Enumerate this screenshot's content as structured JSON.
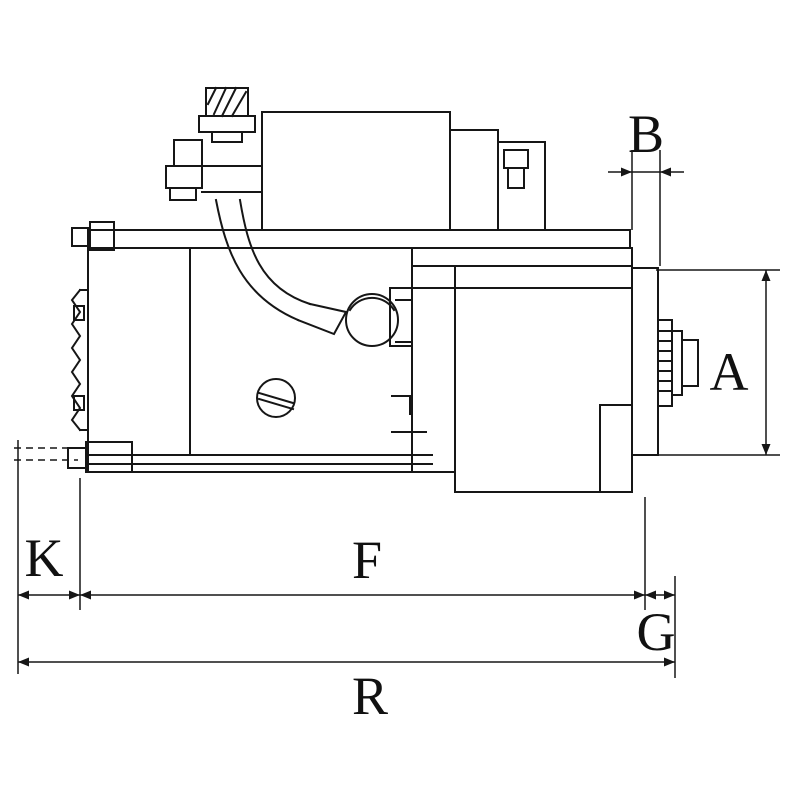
{
  "diagram": {
    "subject": "starter-motor-side-view-dimension-drawing",
    "background_color": "#ffffff",
    "line_color": "#161616"
  },
  "dimension_labels": {
    "A": "A",
    "B": "B",
    "K": "K",
    "F": "F",
    "G": "G",
    "R": "R"
  }
}
